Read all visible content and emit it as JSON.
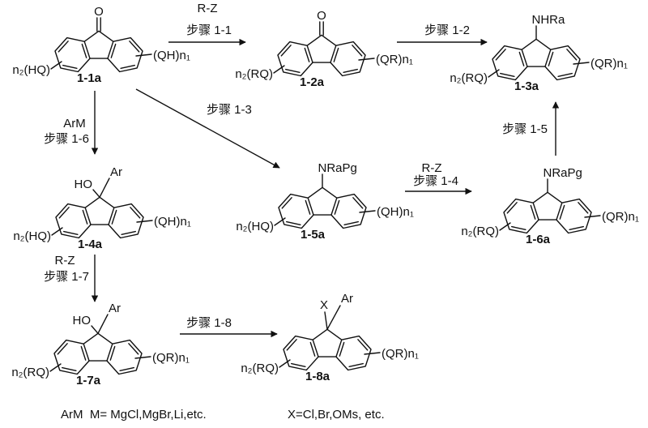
{
  "compounds": {
    "c1_1a": {
      "id": "1-1a",
      "top": "O",
      "left": "n₂(HQ)",
      "right": "(QH)n₁"
    },
    "c1_2a": {
      "id": "1-2a",
      "top": "O",
      "left": "n₂(RQ)",
      "right": "(QR)n₁"
    },
    "c1_3a": {
      "id": "1-3a",
      "top": "NHRa",
      "left": "n₂(RQ)",
      "right": "(QR)n₁"
    },
    "c1_4a": {
      "id": "1-4a",
      "top_left": "HO",
      "top_right": "Ar",
      "left": "n₂(HQ)",
      "right": "(QH)n₁"
    },
    "c1_5a": {
      "id": "1-5a",
      "top": "NRaPg",
      "left": "n₂(HQ)",
      "right": "(QH)n₁"
    },
    "c1_6a": {
      "id": "1-6a",
      "top": "NRaPg",
      "left": "n₂(RQ)",
      "right": "(QR)n₁"
    },
    "c1_7a": {
      "id": "1-7a",
      "top_left": "HO",
      "top_right": "Ar",
      "left": "n₂(RQ)",
      "right": "(QR)n₁"
    },
    "c1_8a": {
      "id": "1-8a",
      "top_left": "X",
      "top_right": "Ar",
      "left": "n₂(RQ)",
      "right": "(QR)n₁"
    }
  },
  "steps": {
    "s1_1": {
      "reagent": "R-Z",
      "label": "步骤 1-1"
    },
    "s1_2": {
      "label": "步骤 1-2"
    },
    "s1_3": {
      "label": "步骤 1-3"
    },
    "s1_4": {
      "reagent": "R-Z",
      "label": "步骤 1-4"
    },
    "s1_5": {
      "label": "步骤 1-5"
    },
    "s1_6": {
      "reagent": "ArM",
      "label": "步骤 1-6"
    },
    "s1_7": {
      "reagent": "R-Z",
      "label": "步骤 1-7"
    },
    "s1_8": {
      "label": "步骤 1-8"
    }
  },
  "footnotes": {
    "arm": "ArM  M= MgCl,MgBr,Li,etc.",
    "x": "X=Cl,Br,OMs, etc."
  }
}
